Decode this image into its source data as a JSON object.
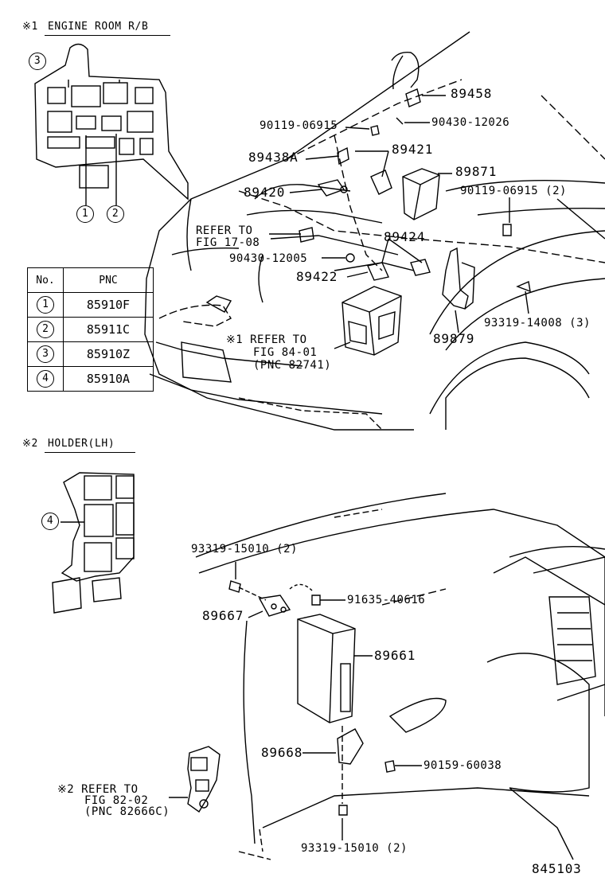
{
  "section1": {
    "marker": "※1",
    "title": "ENGINE ROOM R/B"
  },
  "section2": {
    "marker": "※2",
    "title": "HOLDER(LH)"
  },
  "callouts": {
    "c1": "1",
    "c2": "2",
    "c3": "3",
    "c4": "4"
  },
  "table": {
    "headers": [
      "No.",
      "PNC"
    ],
    "rows": [
      {
        "no": "1",
        "pnc": "85910F"
      },
      {
        "no": "2",
        "pnc": "85911C"
      },
      {
        "no": "3",
        "pnc": "85910Z"
      },
      {
        "no": "4",
        "pnc": "85910A"
      }
    ]
  },
  "parts": {
    "p89458": "89458",
    "p90119a": "90119-06915",
    "p90430a": "90430-12026",
    "p89438A": "89438A",
    "p89421": "89421",
    "p89871": "89871",
    "p89420": "89420",
    "p90119b": "90119-06915 (2)",
    "refer1708_a": "REFER TO",
    "refer1708_b": "FIG 17-08",
    "p89424": "89424",
    "p90430b": "90430-12005",
    "p89422": "89422",
    "p93319a": "93319-14008 (3)",
    "p89879": "89879",
    "refer8401_a": "※1  REFER TO",
    "refer8401_b": "FIG 84-01",
    "refer8401_c": "(PNC 82741)",
    "p93319b": "93319-15010 (2)",
    "p91635": "91635-40616",
    "p89667": "89667",
    "p89661": "89661",
    "p89668": "89668",
    "p90159": "90159-60038",
    "refer8202_a": "※2  REFER TO",
    "refer8202_b": "FIG 82-02",
    "refer8202_c": "(PNC 82666C)",
    "p93319c": "93319-15010 (2)"
  },
  "figure_number": "845103"
}
